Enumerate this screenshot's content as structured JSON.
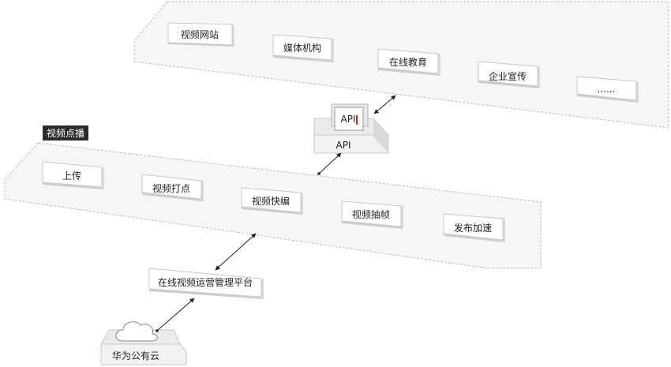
{
  "consumers": {
    "items": [
      "视频网站",
      "媒体机构",
      "在线教育",
      "企业宣传",
      "......"
    ]
  },
  "api": {
    "card_label": "API",
    "base_label": "API"
  },
  "vod": {
    "tag": "视频点播",
    "items": [
      "上传",
      "视频打点",
      "视频快编",
      "视频抽帧",
      "发布加速"
    ]
  },
  "platform": {
    "label": "在线视频运营管理平台"
  },
  "cloud": {
    "label": "华为公有云"
  },
  "colors": {
    "tag_bg": "#2b2b2b",
    "platform_fill": "#f6f6f6",
    "box_side": "#d9d9d9"
  }
}
